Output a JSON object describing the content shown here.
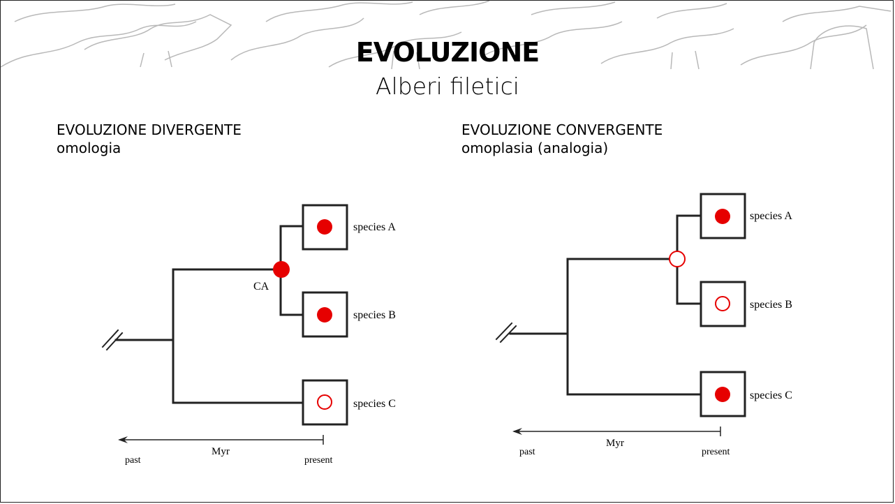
{
  "slide": {
    "title": "EVOLUZIONE",
    "subtitle": "Alberi filetici"
  },
  "left_panel": {
    "heading": "EVOLUZIONE DIVERGENTE",
    "subheading": "omologia",
    "node_label": "CA",
    "species": [
      {
        "label": "species A",
        "trait": "filled"
      },
      {
        "label": "species B",
        "trait": "filled"
      },
      {
        "label": "species C",
        "trait": "open"
      }
    ],
    "axis": {
      "past": "past",
      "unit": "Myr",
      "present": "present"
    }
  },
  "right_panel": {
    "heading": "EVOLUZIONE CONVERGENTE",
    "subheading": "omoplasia (analogia)",
    "species": [
      {
        "label": "species A",
        "trait": "filled"
      },
      {
        "label": "species B",
        "trait": "open"
      },
      {
        "label": "species C",
        "trait": "filled"
      }
    ],
    "axis": {
      "past": "past",
      "unit": "Myr",
      "present": "present"
    }
  },
  "colors": {
    "trait": "#e60000",
    "line": "#222222",
    "banner_sketch": "#b8b8b8"
  }
}
